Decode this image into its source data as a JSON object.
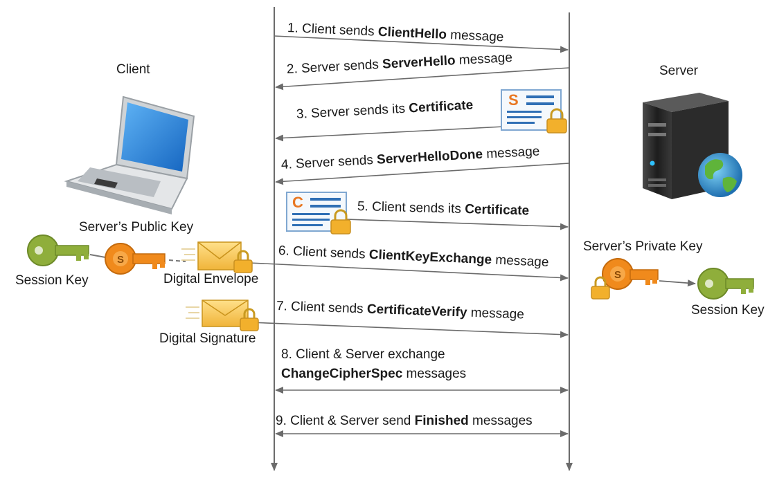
{
  "actors": {
    "client": "Client",
    "server": "Server"
  },
  "messages": [
    {
      "pre": "1. Client sends ",
      "bold": "ClientHello",
      "post": " message",
      "dir": "right"
    },
    {
      "pre": "2. Server sends ",
      "bold": "ServerHello",
      "post": " message",
      "dir": "left"
    },
    {
      "pre": "3. Server sends its ",
      "bold": "Certificate",
      "post": "",
      "dir": "left"
    },
    {
      "pre": "4. Server sends ",
      "bold": "ServerHelloDone",
      "post": " message",
      "dir": "left"
    },
    {
      "pre": "5. Client sends its ",
      "bold": "Certificate",
      "post": "",
      "dir": "right"
    },
    {
      "pre": "6. Client sends ",
      "bold": "ClientKeyExchange",
      "post": " message",
      "dir": "right"
    },
    {
      "pre": "7. Client sends ",
      "bold": "CertificateVerify",
      "post": " message",
      "dir": "right"
    },
    {
      "pre": "8. Client & Server exchange",
      "bold": "ChangeCipherSpec",
      "post": " messages",
      "dir": "both"
    },
    {
      "pre": "9. Client & Server send ",
      "bold": "Finished",
      "post": " messages",
      "dir": "both"
    }
  ],
  "labels": {
    "servers_public_key": "Server’s Public Key",
    "session_key_client": "Session Key",
    "digital_envelope": "Digital Envelope",
    "digital_signature": "Digital Signature",
    "servers_private_key": "Server’s Private Key",
    "session_key_server": "Session Key"
  },
  "certificates": {
    "server_cert_letter": "S",
    "client_cert_letter": "C"
  },
  "key_letters": {
    "public_key_letter": "S",
    "private_key_letter": "S"
  },
  "colors": {
    "line": "#6b6b6b",
    "session_key": "#8fae3b",
    "server_key": "#f08a1c",
    "envelope": "#f3c04a",
    "laptop_screen": "#2f8fe0",
    "server_body": "#2a2a2a",
    "cert_letter": "#e87722",
    "cert_lines": "#2f6fb5"
  }
}
